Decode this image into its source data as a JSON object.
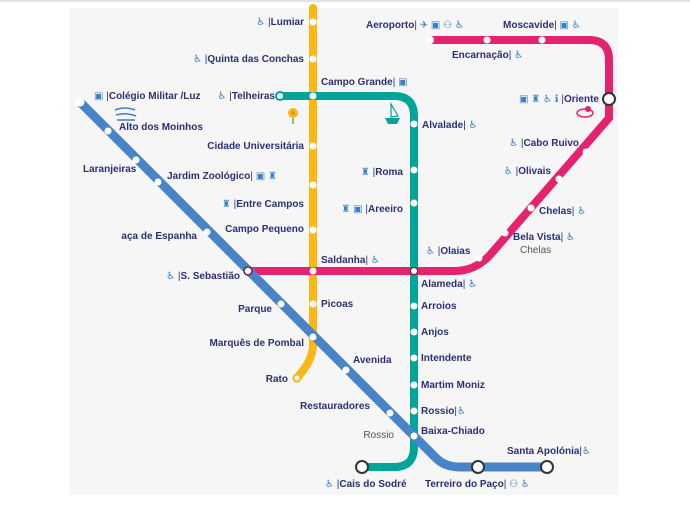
{
  "map": {
    "title": "Lisbon Metro",
    "colors": {
      "yellow": "#fbb713",
      "green": "#00a499",
      "red": "#e4226d",
      "blue": "#4a84c8",
      "text": "#2c2f78",
      "icon": "#3c7fc4"
    },
    "sep": "|",
    "icons": {
      "accessible": "♿",
      "bus": "▣",
      "train": "♜",
      "plane": "✈",
      "ferry": "⚇",
      "info": "ℹ"
    },
    "stations": {
      "lumiar": "Lumiar",
      "quinta": "Quinta das Conchas",
      "telheiras": "Telheiras",
      "colegio": "Colégio Militar /Luz",
      "alto": "Alto dos Moinhos",
      "laranjeiras": "Laranjeiras",
      "jardim": "Jardim Zoológico",
      "cidade": "Cidade Universitária",
      "entre": "Entre Campos",
      "pequeno": "Campo Pequeno",
      "espanha": "aça de Espanha",
      "sebastiao": "S. Sebastião",
      "parque": "Parque",
      "marques": "Marquês de Pombal",
      "rato": "Rato",
      "avenida": "Avenida",
      "restauradores": "Restauradores",
      "rossio_blue": "Rossio",
      "cais": "Cais do Sodré",
      "terreiro": "Terreiro do Paço",
      "apolonia": "Santa Apolónia",
      "baixa": "Baixa-Chiado",
      "rossio": "Rossio",
      "martim": "Martim Moniz",
      "intendente": "Intendente",
      "anjos": "Anjos",
      "arroios": "Arroios",
      "alameda": "Alameda",
      "saldanha": "Saldanha",
      "picoas": "Picoas",
      "grande": "Campo Grande",
      "alvalade": "Alvalade",
      "roma": "Roma",
      "areeiro": "Areeiro",
      "olaias": "Olaias",
      "aeroporto": "Aeroporto",
      "moscavide": "Moscavide",
      "encarnacao": "Encarnação",
      "oriente": "Oriente",
      "cabo": "Cabo Ruivo",
      "olivais": "Olivais",
      "chelas": "Chelas",
      "bela": "Bela Vista",
      "bela_sub": "Chelas"
    }
  }
}
